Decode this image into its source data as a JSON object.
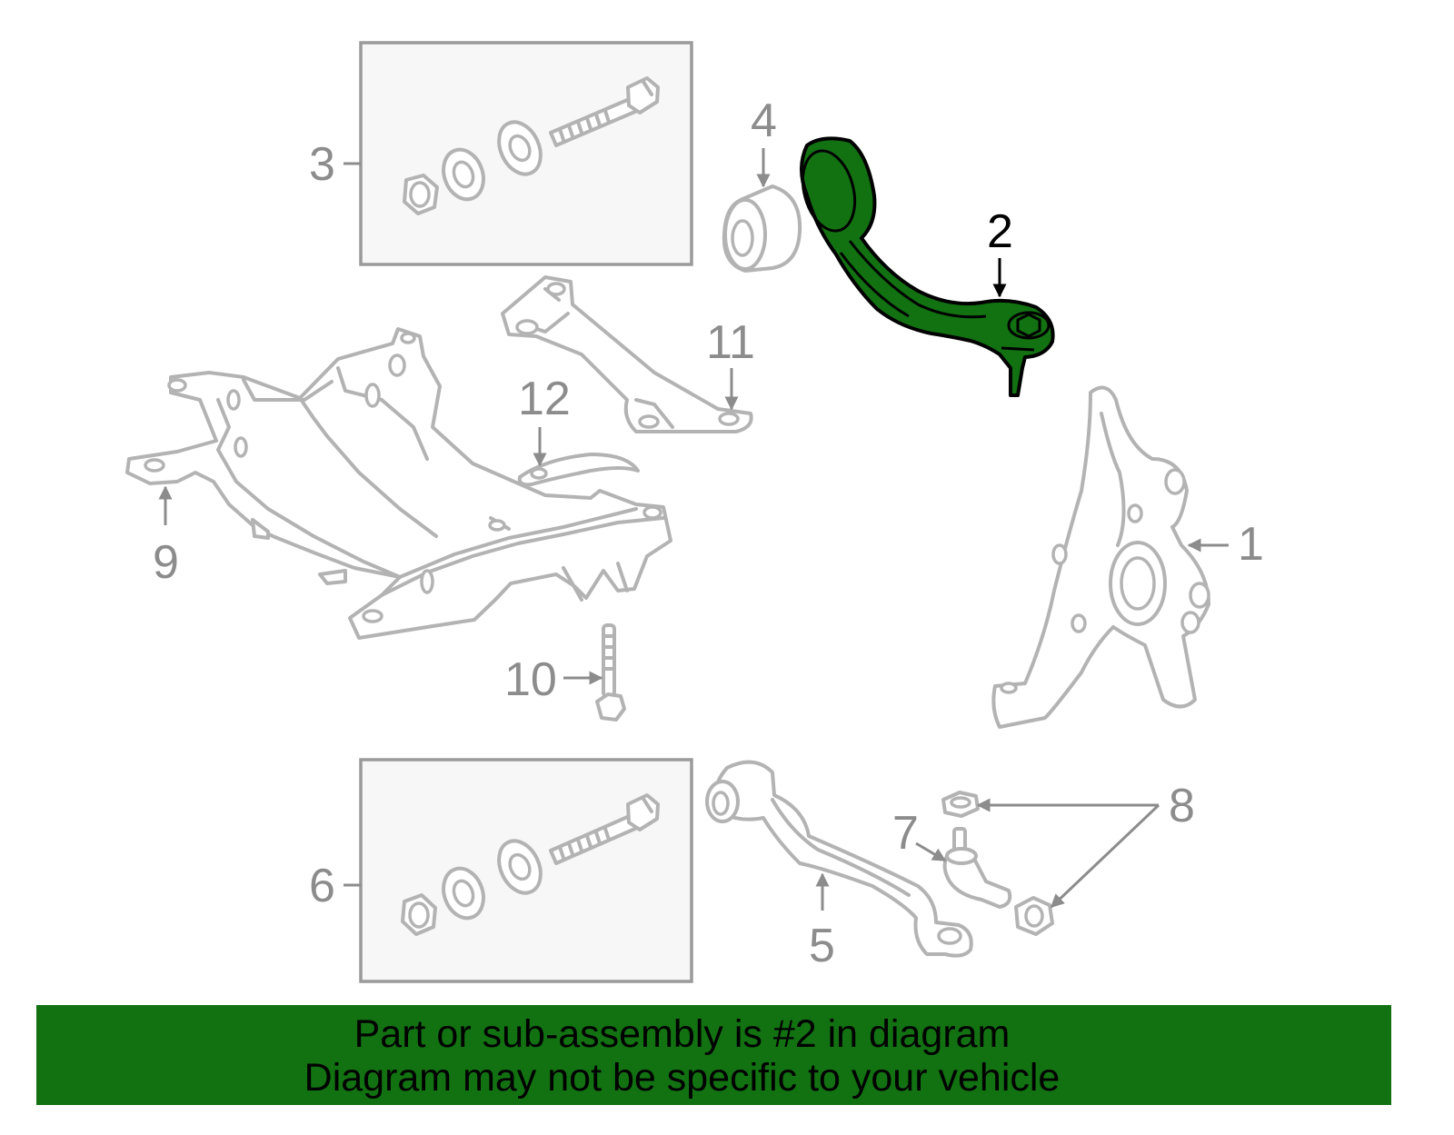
{
  "callouts": {
    "c1": "1",
    "c2": "2",
    "c3": "3",
    "c4": "4",
    "c5": "5",
    "c6": "6",
    "c7": "7",
    "c8": "8",
    "c9": "9",
    "c10": "10",
    "c11": "11",
    "c12": "12"
  },
  "highlighted_part": "2",
  "banner": {
    "line1": "Part or sub-assembly is #2 in diagram",
    "line2": "Diagram may not be specific to your vehicle"
  },
  "colors": {
    "highlight": "#127212",
    "part_outline": "#b3b3b3",
    "callout_text": "#8c8c8c"
  }
}
